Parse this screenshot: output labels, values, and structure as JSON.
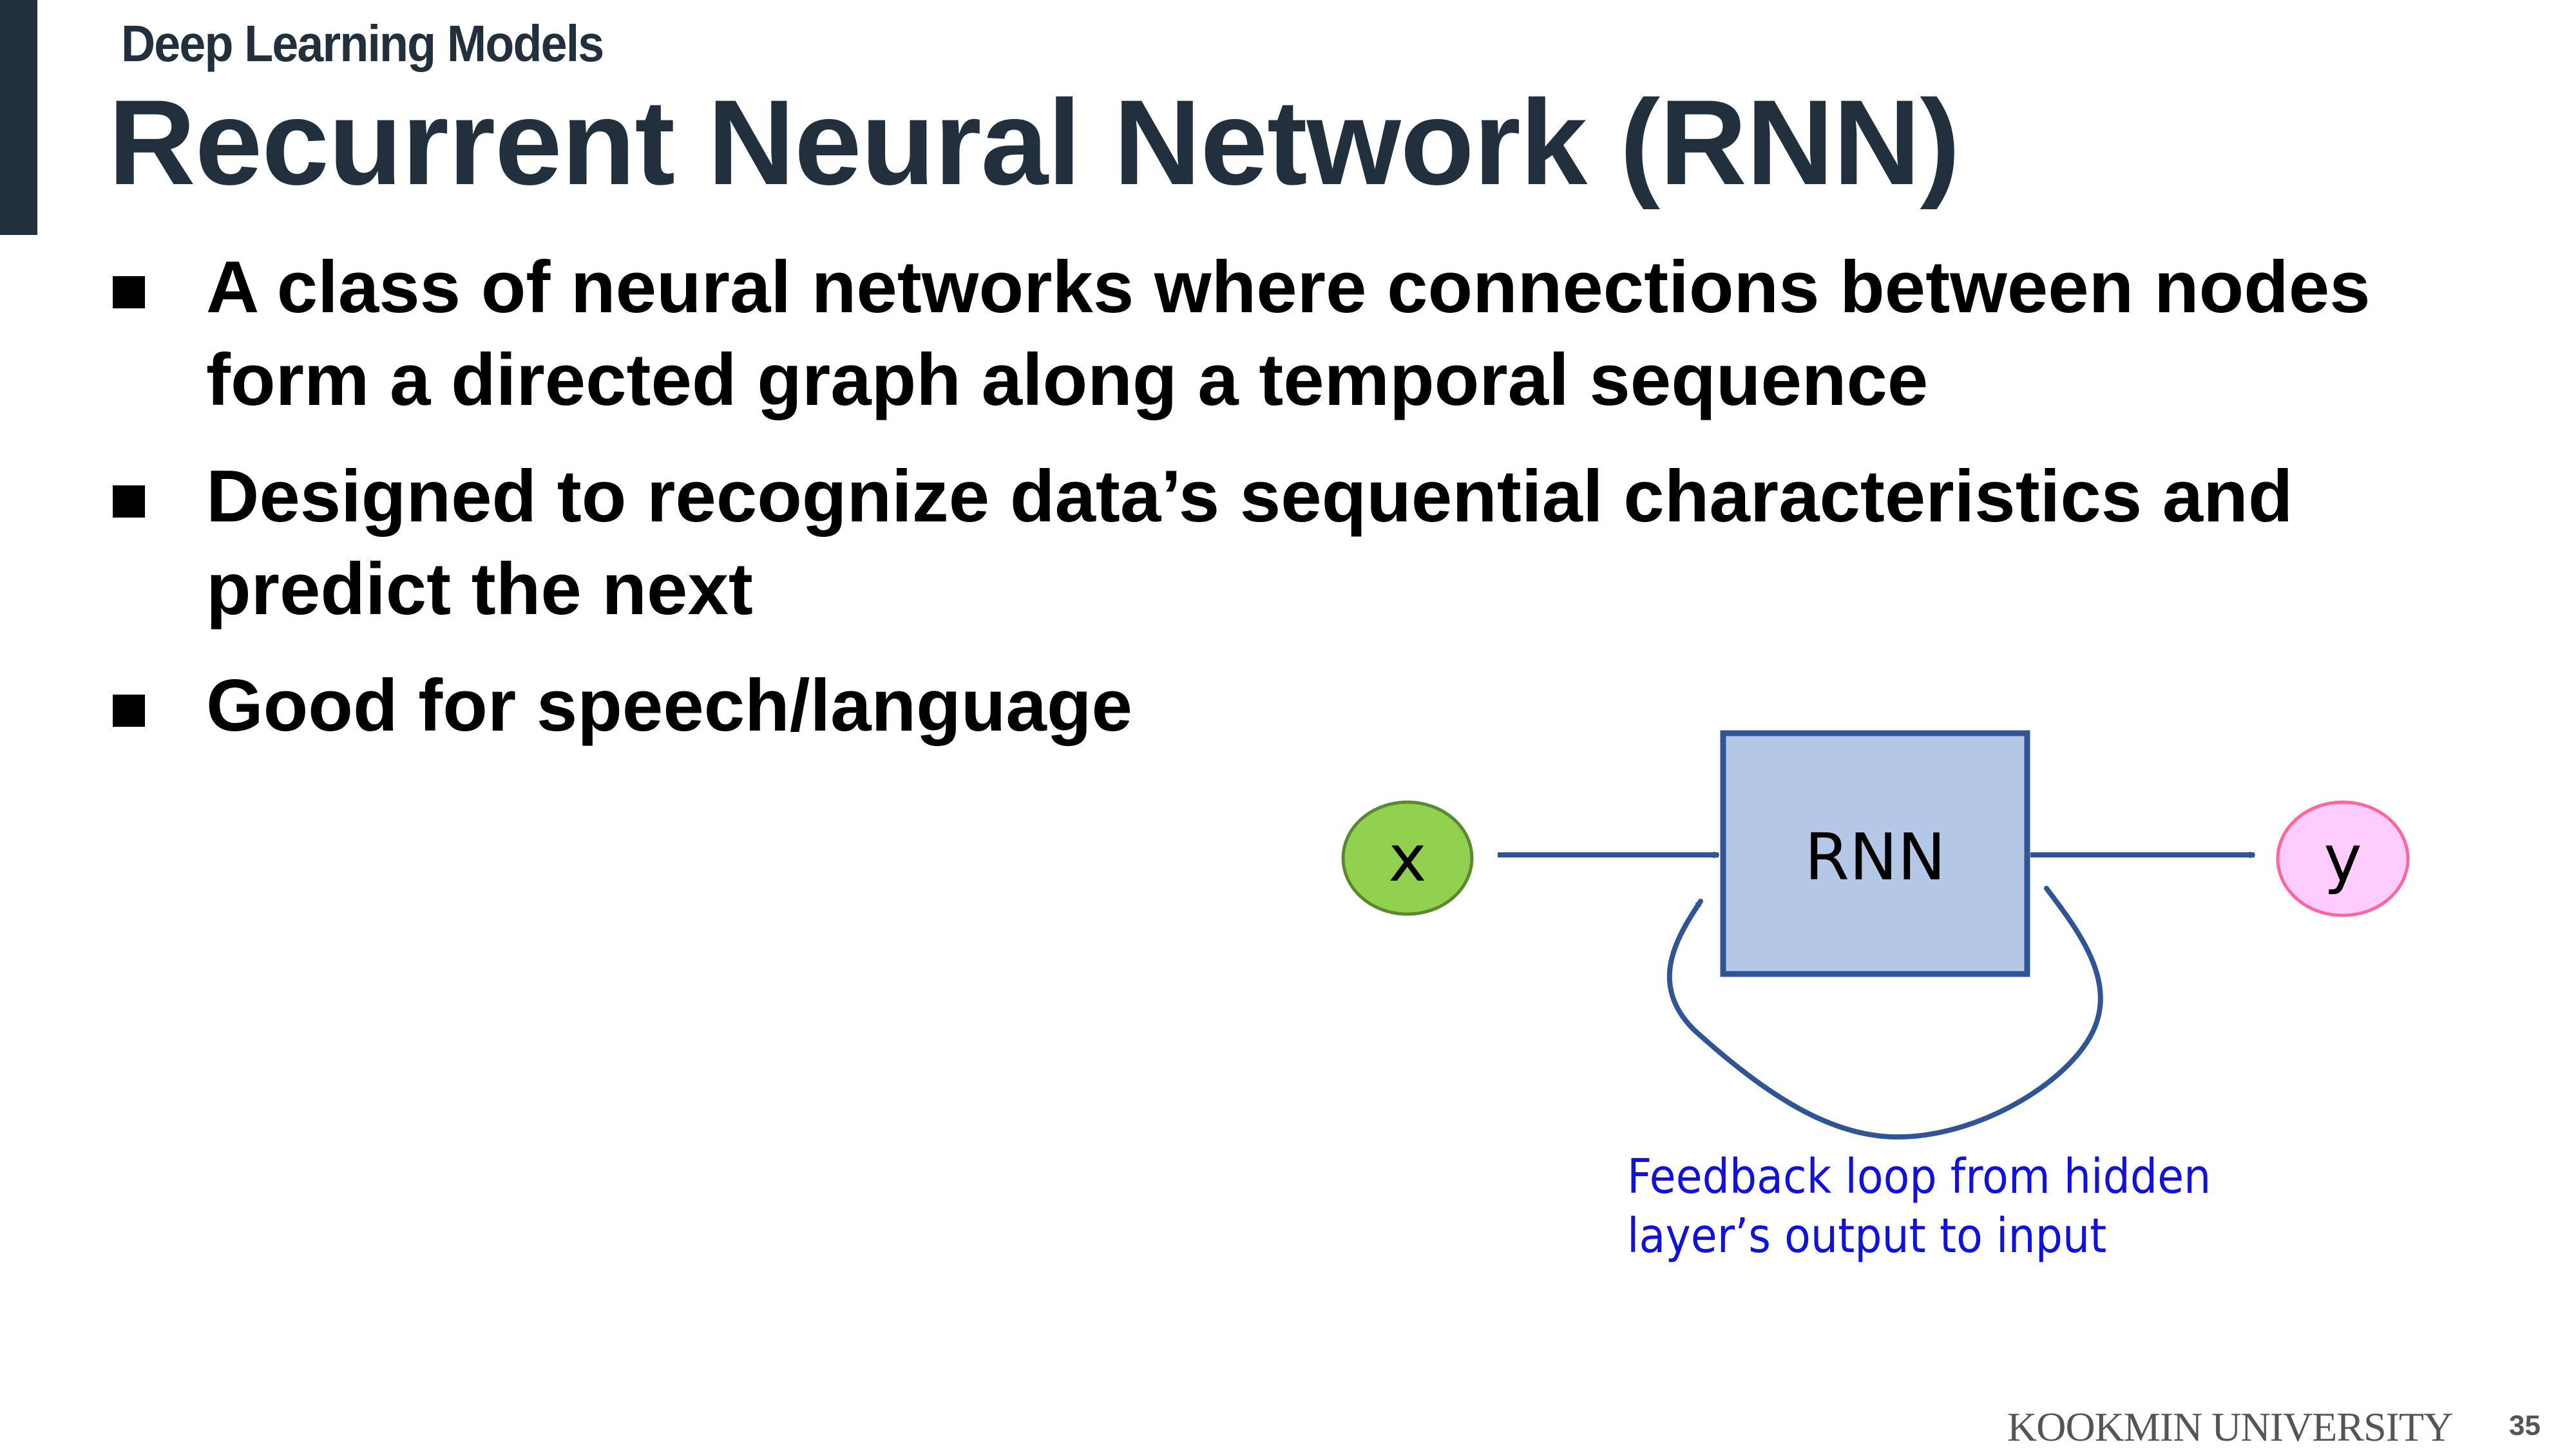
{
  "slide": {
    "section_label": "Deep Learning Models",
    "title": "Recurrent Neural Network (RNN)",
    "bullets": [
      {
        "lines": [
          "A class of neural networks where connections between nodes",
          "form a directed graph along a temporal sequence"
        ]
      },
      {
        "lines": [
          "Designed to recognize data’s sequential characteristics and",
          "predict the next"
        ]
      },
      {
        "lines": [
          "Good for speech/language"
        ]
      }
    ],
    "bullet_icon": "black-square-icon",
    "footer": {
      "brand": "KOOKMIN UNIVERSITY",
      "slide_number": "35"
    }
  },
  "diagram": {
    "nodes": {
      "input": {
        "label": "x",
        "fill": "#92d050",
        "stroke": "#5a8a30"
      },
      "rnn": {
        "label": "RNN",
        "fill": "#b4c7e7",
        "stroke": "#2f5597"
      },
      "output": {
        "label": "y",
        "fill": "#ffccff",
        "stroke": "#ff6699"
      }
    },
    "edges": [
      {
        "from": "x",
        "to": "RNN",
        "kind": "arrow"
      },
      {
        "from": "RNN",
        "to": "y",
        "kind": "arrow"
      },
      {
        "from": "RNN",
        "to": "RNN",
        "kind": "feedback-loop"
      }
    ],
    "edge_color": "#2f5597",
    "annotation": {
      "lines": [
        "Feedback loop from hidden",
        "layer’s output to input"
      ],
      "color": "#1010e0"
    }
  },
  "colors": {
    "title": "#22303e",
    "accent_bar": "#22303e",
    "body_text": "#000000",
    "footer_text": "#555555"
  }
}
